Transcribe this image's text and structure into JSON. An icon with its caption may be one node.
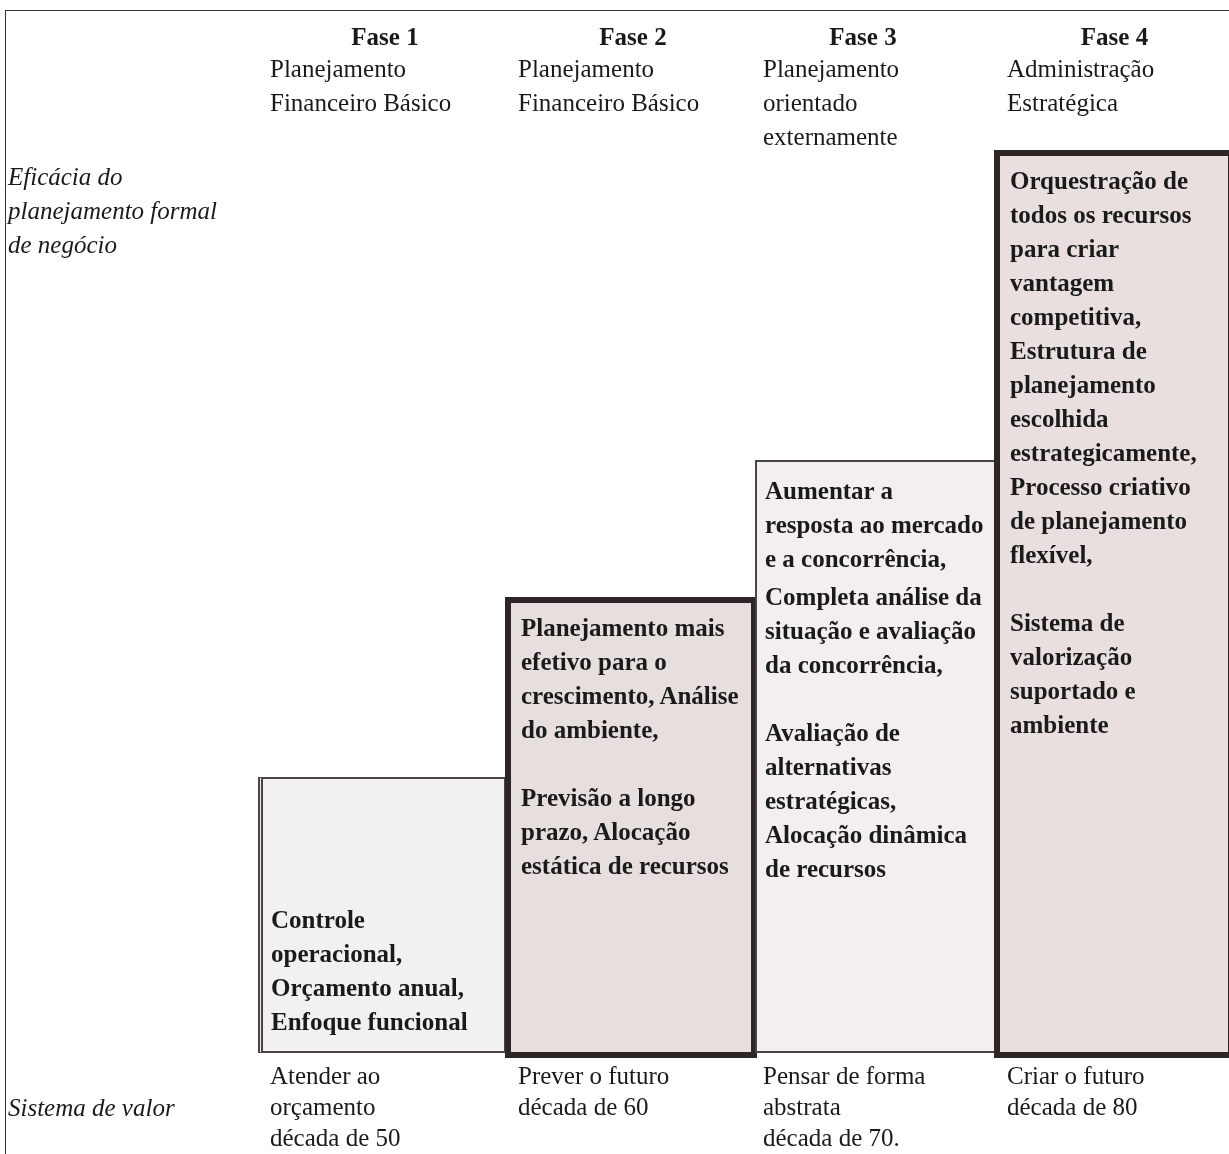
{
  "diagram": {
    "nodes": [
      {
        "text": [
          "Controle operacional, Orçamento anual, Enfoque funcional"
        ]
      },
      {
        "text": [
          "Planejamento mais efetivo para o crescimento, Análise do ambiente,",
          "Previsão a longo prazo, Alocação estática de recursos"
        ]
      },
      {
        "text": [
          "Aumentar a resposta ao mercado e a concorrência,",
          "Completa análise da situação e avaliação da concorrência,",
          "Avaliação de alternativas estratégicas, Alocação dinâmica de recursos"
        ]
      },
      {
        "text": [
          "Orquestração de todos os recursos para criar vantagem competitiva, Estrutura de planejamento escolhida estrategicamente, Processo criativo de planejamento flexível,",
          "Sistema de valorização suportado e ambiente"
        ]
      }
    ],
    "labels": [
      "Fase 1",
      "Planejamento Financeiro Básico",
      "Fase 2",
      "Planejamento Financeiro Básico",
      "Fase 3",
      "Planejamento orientado externamente",
      "Fase 4",
      "Administração Estratégica",
      "Eficácia do planejamento formal de negócio",
      "Atender ao orçamento",
      "Prever o futuro",
      "Pensar de forma abstrata",
      "Criar o futuro",
      "Sistema de valor",
      "década de 50",
      "década de 60",
      "década de 70.",
      "década de 80"
    ]
  }
}
